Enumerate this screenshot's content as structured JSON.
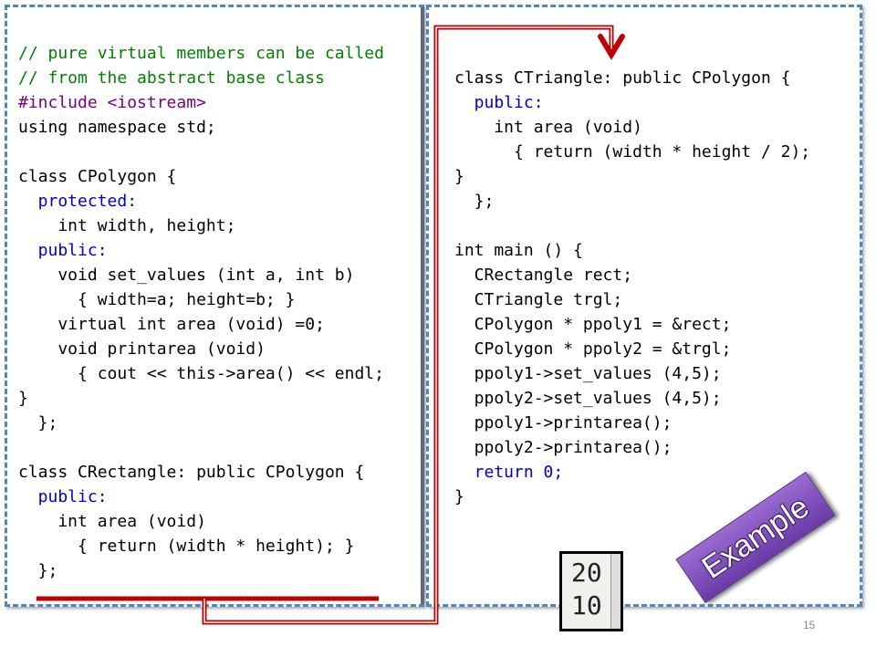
{
  "slide": {
    "page_number": "15",
    "badge_label": "Example",
    "output_lines": [
      "20",
      "10"
    ]
  },
  "left_code": {
    "lines": [
      "// pure virtual members can be called",
      "// from the abstract base class",
      "#include <iostream>",
      "using namespace std;",
      "",
      "class CPolygon {",
      "  protected:",
      "    int width, height;",
      "  public:",
      "    void set_values (int a, int b)",
      "      { width=a; height=b; }",
      "    virtual int area (void) =0;",
      "    void printarea (void)",
      "      { cout << this->area() << endl;",
      "}",
      "  };",
      "",
      "class CRectangle: public CPolygon {",
      "  public:",
      "    int area (void)",
      "      { return (width * height); }",
      "  };"
    ]
  },
  "right_code": {
    "lines": [
      "class CTriangle: public CPolygon {",
      "  public:",
      "    int area (void)",
      "      { return (width * height / 2);",
      "}",
      "  };",
      "",
      "int main () {",
      "  CRectangle rect;",
      "  CTriangle trgl;",
      "  CPolygon * ppoly1 = &rect;",
      "  CPolygon * ppoly2 = &trgl;",
      "  ppoly1->set_values (4,5);",
      "  ppoly2->set_values (4,5);",
      "  ppoly1->printarea();",
      "  ppoly2->printarea();",
      "  return 0;",
      "}"
    ]
  },
  "colors": {
    "keyword": "#0000cc",
    "comment": "#008000",
    "preprocessor": "#7a0080",
    "connector": "#c00000",
    "panel_border": "#4a86c8",
    "badge": "#7a4bb8"
  }
}
